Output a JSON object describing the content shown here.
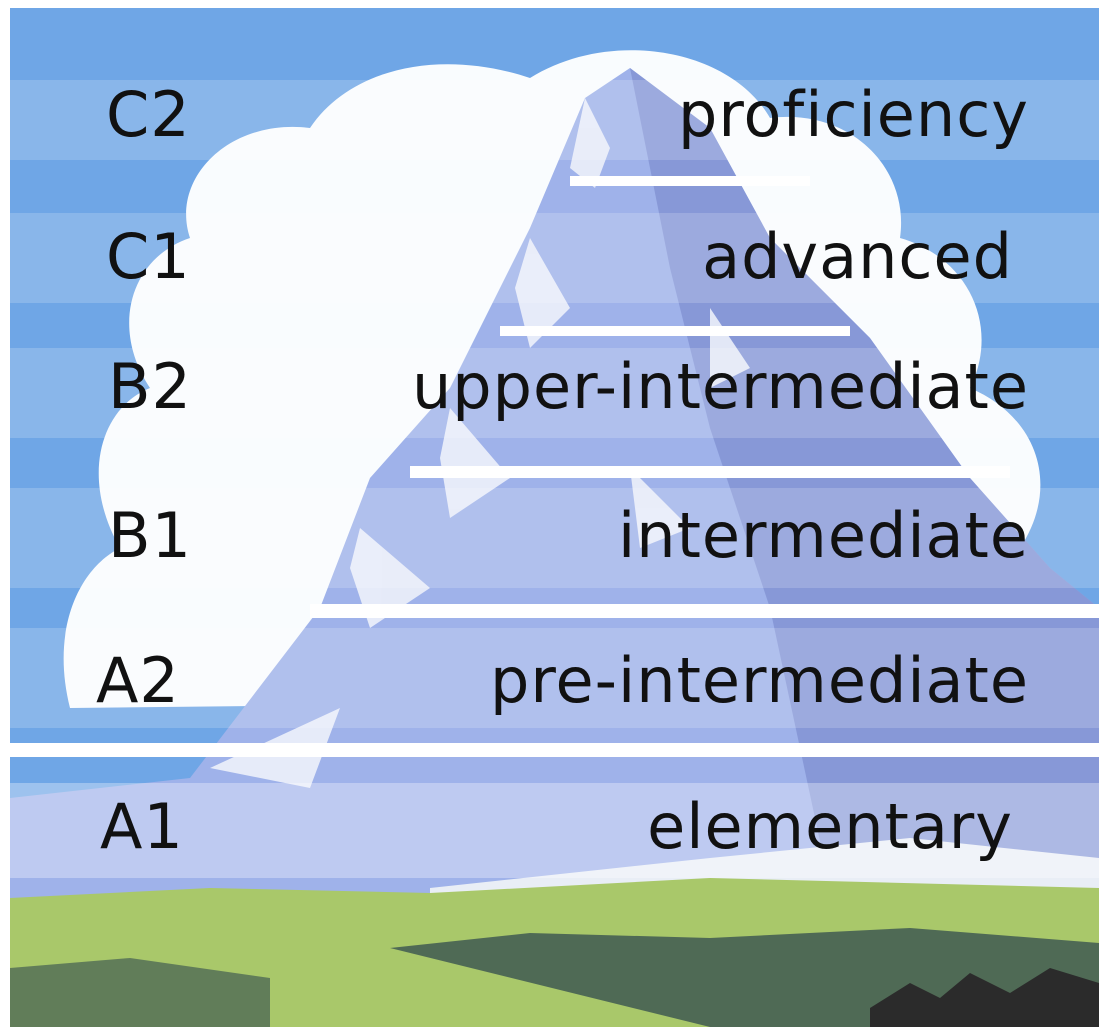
{
  "levels": [
    {
      "code": "C2",
      "name": "proficiency"
    },
    {
      "code": "C1",
      "name": "advanced"
    },
    {
      "code": "B2",
      "name": "upper-intermediate"
    },
    {
      "code": "B1",
      "name": "intermediate"
    },
    {
      "code": "A2",
      "name": "pre-intermediate"
    },
    {
      "code": "A1",
      "name": "elementary"
    }
  ],
  "colors": {
    "sky": "#6fa6e6",
    "cloud": "#ffffff",
    "mountain": "#9fb2ea",
    "mountain_shadow": "#7f8fd0",
    "snow": "#f2f4fb",
    "meadow": "#a9c86a",
    "forest": "#4f6a55",
    "text": "#111111"
  }
}
